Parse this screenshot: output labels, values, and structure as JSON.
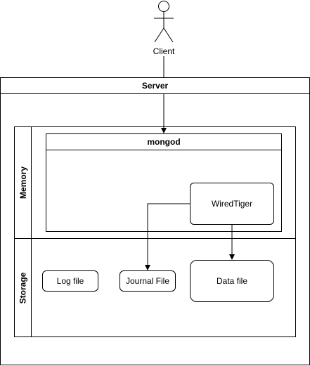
{
  "actor": {
    "label": "Client",
    "icon": "person-icon"
  },
  "server": {
    "title": "Server"
  },
  "lanes": {
    "memory": {
      "label": "Memory"
    },
    "storage": {
      "label": "Storage"
    }
  },
  "mongod": {
    "title": "mongod"
  },
  "nodes": {
    "wiredtiger": "WiredTiger",
    "log_file": "Log file",
    "journal_file": "Journal File",
    "data_file": "Data file"
  }
}
